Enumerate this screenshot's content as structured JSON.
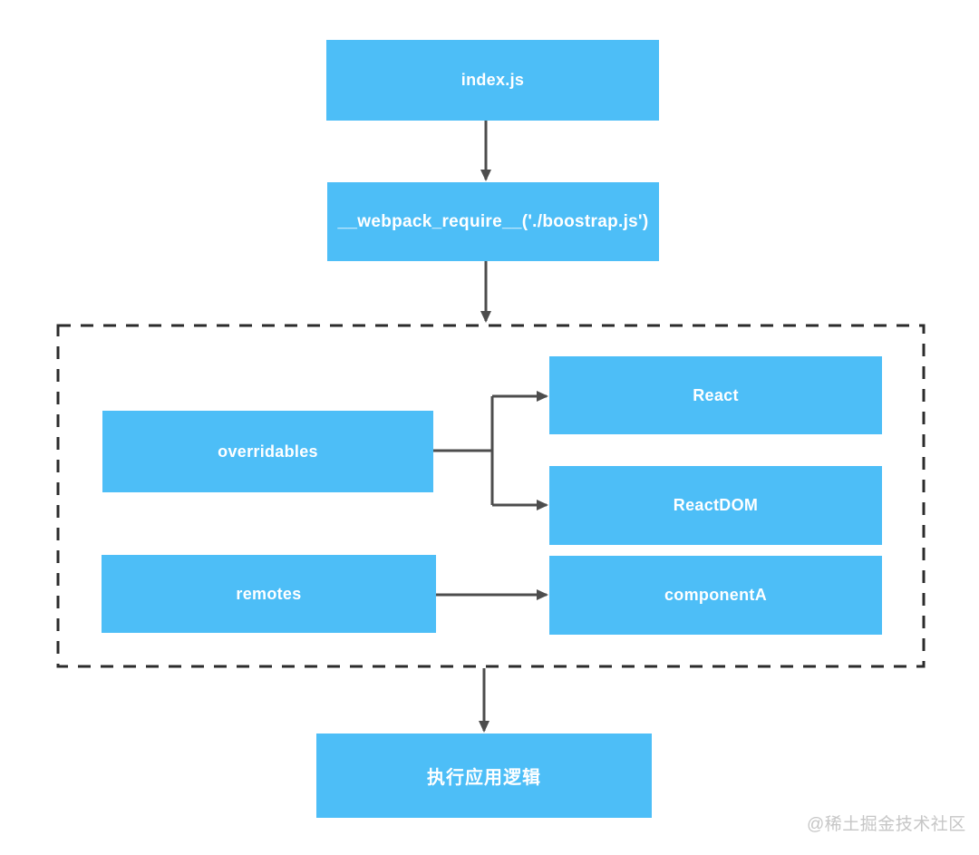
{
  "nodes": {
    "index_js": {
      "label": "index.js"
    },
    "webpack_require": {
      "label": "__webpack_require__('./boostrap.js')"
    },
    "overridables": {
      "label": "overridables"
    },
    "react": {
      "label": "React"
    },
    "reactdom": {
      "label": "ReactDOM"
    },
    "remotes": {
      "label": "remotes"
    },
    "component_a": {
      "label": "componentA"
    },
    "execute_logic": {
      "label": "执行应用逻辑"
    }
  },
  "edges": [
    {
      "from": "index.js",
      "to": "__webpack_require__('./boostrap.js')"
    },
    {
      "from": "__webpack_require__('./boostrap.js')",
      "to": "dashed-group"
    },
    {
      "from": "overridables",
      "to": "React"
    },
    {
      "from": "overridables",
      "to": "ReactDOM"
    },
    {
      "from": "remotes",
      "to": "componentA"
    },
    {
      "from": "dashed-group",
      "to": "执行应用逻辑"
    }
  ],
  "watermark": {
    "text": "@稀土掘金技术社区"
  },
  "colors": {
    "background": "#ffffff",
    "node_fill": "#4dbef7",
    "node_text": "#ffffff",
    "edge": "#4d4d4d",
    "dashed_border": "#2b2b2b",
    "watermark_text": "#c6c6c6"
  }
}
